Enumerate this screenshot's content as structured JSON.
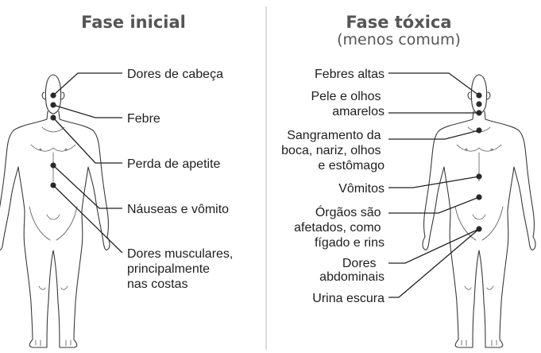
{
  "left_panel": {
    "title": "Fase inicial",
    "labels": [
      {
        "id": "headache",
        "lines": [
          "Dores de cabeça"
        ]
      },
      {
        "id": "fever",
        "lines": [
          "Febre"
        ]
      },
      {
        "id": "appetite",
        "lines": [
          "Perda de apetite"
        ]
      },
      {
        "id": "nausea",
        "lines": [
          "Náuseas e vômito"
        ]
      },
      {
        "id": "muscle",
        "lines": [
          "Dores musculares,",
          "principalmente",
          "nas costas"
        ]
      }
    ]
  },
  "right_panel": {
    "title": "Fase tóxica",
    "subtitle": "(menos comum)",
    "labels": [
      {
        "id": "high-fever",
        "lines": [
          "Febres altas"
        ]
      },
      {
        "id": "jaundice",
        "lines": [
          "Pele e olhos",
          "amarelos"
        ]
      },
      {
        "id": "bleeding",
        "lines": [
          "Sangramento da",
          "boca, nariz, olhos",
          "e estômago"
        ]
      },
      {
        "id": "vomiting",
        "lines": [
          "Vômitos"
        ]
      },
      {
        "id": "organs",
        "lines": [
          "Órgãos são",
          "afetados, como",
          "fígado e rins"
        ]
      },
      {
        "id": "abdominal",
        "lines": [
          "Dores",
          "abdominais"
        ]
      },
      {
        "id": "urine",
        "lines": [
          "Urina escura"
        ]
      }
    ]
  },
  "colors": {
    "text": "#1e1e1e",
    "title": "#555555",
    "outline": "#3a3a3a",
    "divider": "#bbbbbb"
  }
}
